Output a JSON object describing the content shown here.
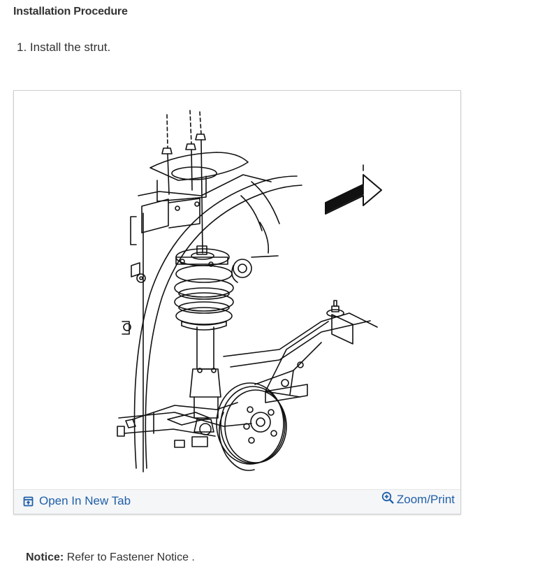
{
  "heading": "Installation Procedure",
  "step": {
    "number": "1.",
    "text": "Install the strut."
  },
  "figure": {
    "open_tab_label": "Open In New Tab",
    "zoom_print_label": "Zoom/Print",
    "open_tab_icon": "open-new-tab-icon",
    "zoom_icon": "zoom-in-icon"
  },
  "notice": {
    "label": "Notice:",
    "text": "Refer to Fastener Notice ."
  },
  "colors": {
    "link": "#1f5fa8",
    "text": "#333333",
    "bar_background": "#f5f6f8"
  }
}
